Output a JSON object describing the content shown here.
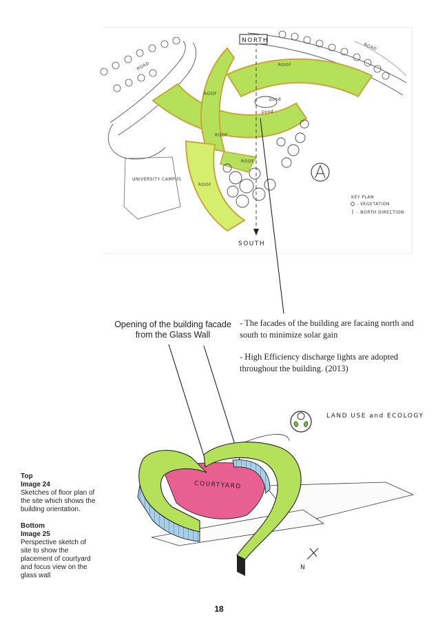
{
  "top_sketch": {
    "north_label": "NORTH",
    "south_label": "SOUTH",
    "road_label_left": "ROAD",
    "road_label_right": "ROAD",
    "roof_labels": [
      "ROOF",
      "ROOF",
      "ROOF",
      "ROOF",
      "ROOF"
    ],
    "pond_labels": [
      "pond",
      "pond"
    ],
    "university_label": "UNIVERSITY CAMPUS",
    "key_plan": {
      "title": "KEY PLAN",
      "vegetation": "- VEGETATION",
      "north": "- NORTH DIRECTION"
    }
  },
  "bottom_sketch": {
    "courtyard_label": "COURTYARD",
    "land_use_label": "LAND USE and ECOLOGY",
    "north_mark": "N"
  },
  "annotations": {
    "glass_wall": [
      "Opening of the building facade",
      "from the Glass Wall"
    ],
    "facades": "- The facades of the building are facaing north and south to minimize solar gain",
    "lights": "- High Efficiency discharge lights are adopted throughout the building. (2013)"
  },
  "captions": {
    "top_heading": "Top",
    "top_image": "Image 24",
    "top_text": "Sketches of floor plan of the site which shows the building orientation.",
    "bottom_heading": "Bottom",
    "bottom_image": "Image 25",
    "bottom_text": "Perspective sketch of site to show the placement of courtyard and focus view on the glass wall"
  },
  "page_number": "18",
  "colors": {
    "roof_green": "#b4e05a",
    "roof_edge": "#c9a53a",
    "courtyard_pink": "#e8608f",
    "glass_blue": "#a8cfe8",
    "ink": "#222222"
  }
}
